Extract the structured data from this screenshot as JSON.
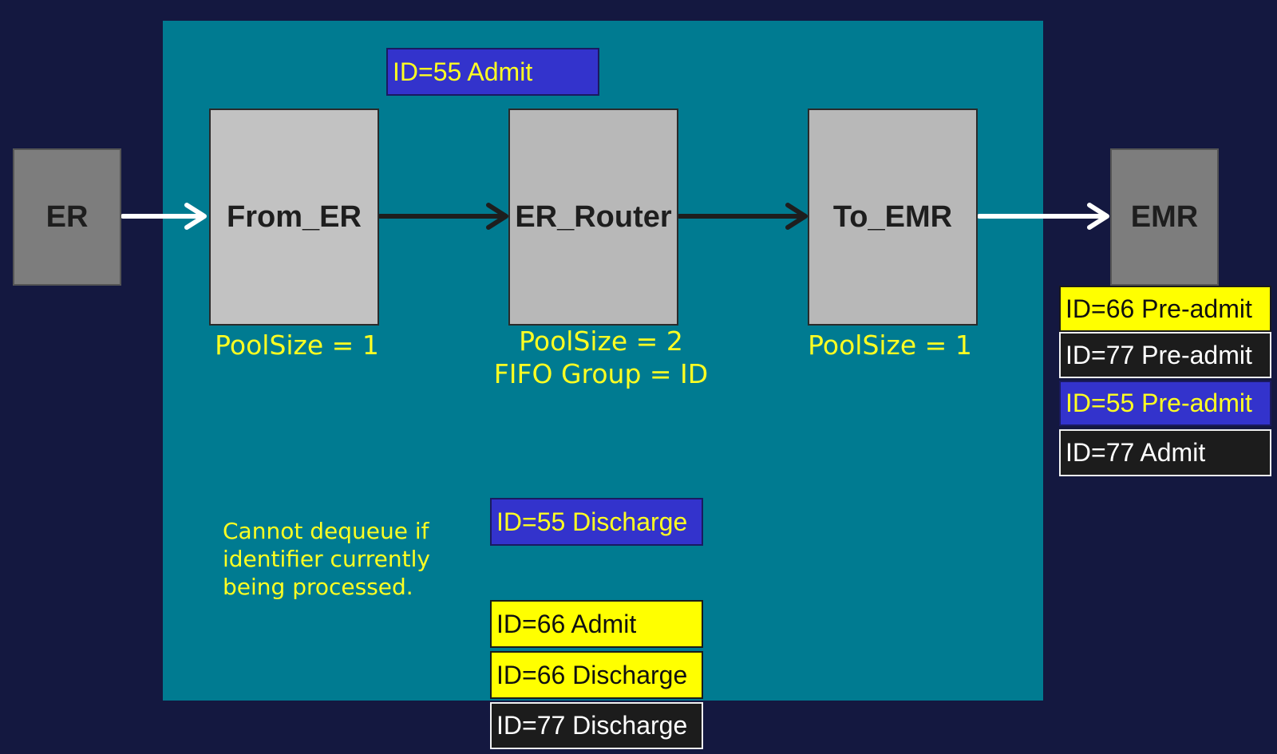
{
  "nodes": {
    "er": "ER",
    "from_er": "From_ER",
    "er_router": "ER_Router",
    "to_emr": "To_EMR",
    "emr": "EMR"
  },
  "labels": {
    "from_er_pool": "PoolSize = 1",
    "router_pool": "PoolSize = 2",
    "router_fifo": "FIFO Group = ID",
    "to_emr_pool": "PoolSize = 1"
  },
  "note": {
    "line1": "Cannot dequeue if",
    "line2": "identifier currently",
    "line3": "being processed."
  },
  "messages": {
    "top": "ID=55 Admit",
    "queue": [
      "ID=55 Discharge",
      "ID=66 Admit",
      "ID=66 Discharge",
      "ID=77 Discharge"
    ],
    "delivered": [
      "ID=66 Pre-admit",
      "ID=77 Pre-admit",
      "ID=55 Pre-admit",
      "ID=77 Admit"
    ]
  },
  "colors": {
    "background": "#141840",
    "panel": "#007b91",
    "label_text": "#ffff22",
    "msg_blue": "#3333cc",
    "msg_yellow": "#ffff00",
    "msg_black": "#1c1c1c"
  }
}
